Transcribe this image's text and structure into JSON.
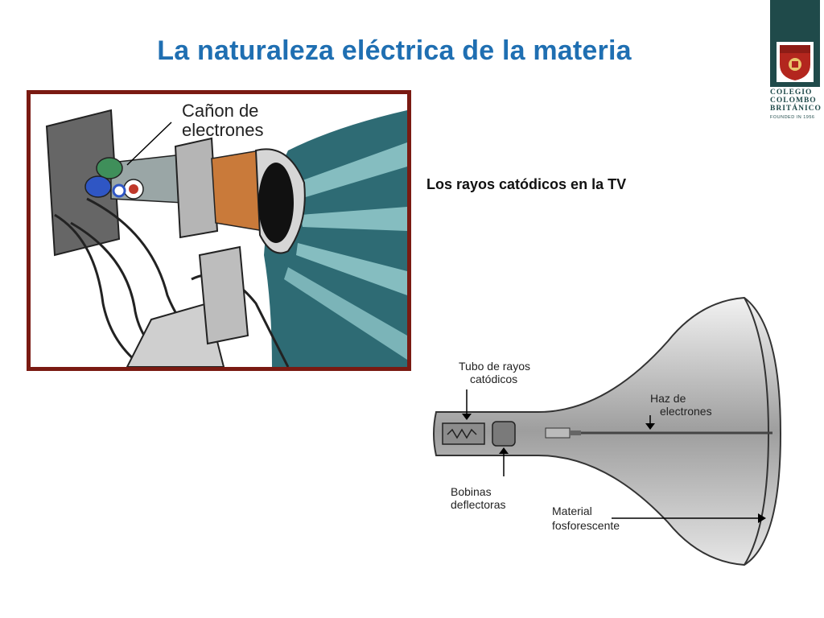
{
  "slide": {
    "title": "La naturaleza eléctrica de la materia",
    "caption": "Los rayos catódicos en la TV"
  },
  "logo": {
    "line1": "COLEGIO",
    "line2": "COLOMBO",
    "line3": "BRITÁNICO",
    "founded": "FOUNDED IN 1956",
    "bar_color": "#1f4a4a",
    "shield_color": "#b3261e"
  },
  "figure1": {
    "label_line1": "Cañon de",
    "label_line2": "electrones",
    "frame_color": "#7a1a12",
    "screen_color": "#2e6b74",
    "coil_color": "#c97a3a"
  },
  "figure2": {
    "label_tubo_1": "Tubo de rayos",
    "label_tubo_2": "catódicos",
    "label_haz_1": "Haz de",
    "label_haz_2": "electrones",
    "label_bobinas_1": "Bobinas",
    "label_bobinas_2": "deflectoras",
    "label_material_1": "Material",
    "label_material_2": "fosforescente"
  }
}
